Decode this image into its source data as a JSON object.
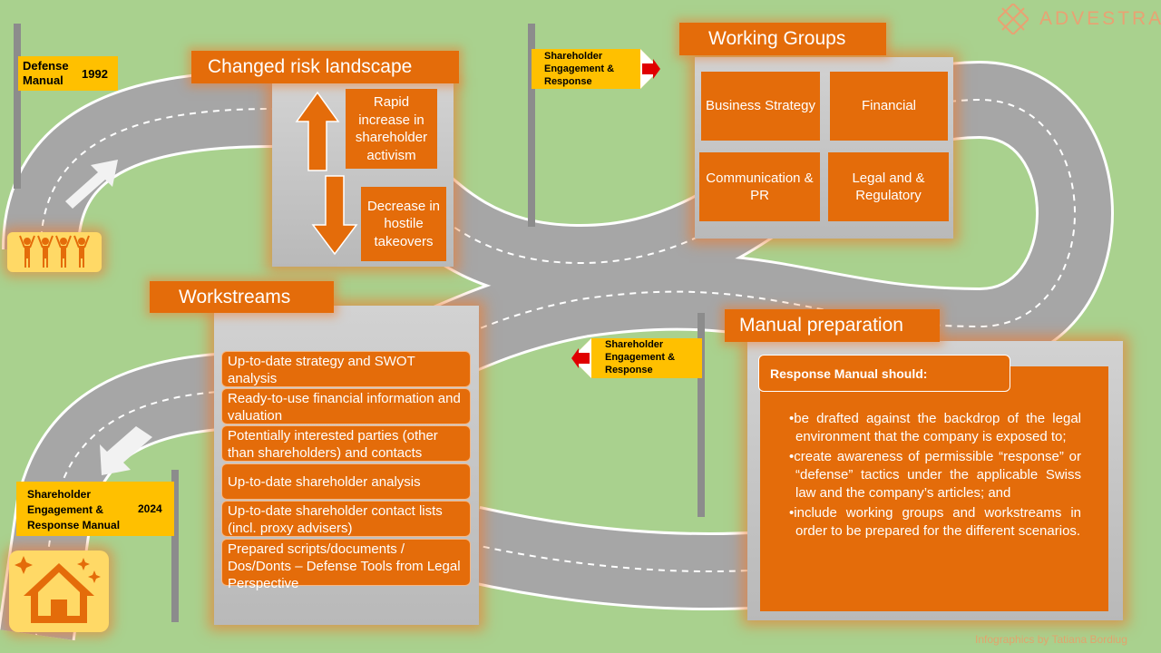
{
  "brand": {
    "name": "ADVESTRA",
    "accent": "#e46c0a"
  },
  "credit": "Infographics by Tatiana Bordiug",
  "milestones": {
    "start": {
      "label": "Defense Manual",
      "year": "1992"
    },
    "end": {
      "label": "Shareholder Engagement & Response Manual",
      "year": "2024"
    },
    "signpost_top": "Shareholder Engagement & Response",
    "signpost_mid": "Shareholder Engagement & Response"
  },
  "risk": {
    "title": "Changed risk landscape",
    "up": "Rapid increase in shareholder activism",
    "down": "Decrease in hostile takeovers"
  },
  "working_groups": {
    "title": "Working Groups",
    "items": [
      "Business Strategy",
      "Financial",
      "Communication & PR",
      "Legal and & Regulatory"
    ]
  },
  "workstreams": {
    "title": "Workstreams",
    "items": [
      "Up-to-date strategy and SWOT analysis",
      "Ready-to-use financial information and valuation",
      "Potentially interested parties (other than shareholders) and contacts",
      "Up-to-date shareholder analysis",
      "Up-to-date shareholder contact lists (incl. proxy advisers)",
      "Prepared scripts/documents / Dos/Donts – Defense Tools from Legal Perspective"
    ]
  },
  "manual_prep": {
    "title": "Manual preparation",
    "heading": "Response Manual should:",
    "points": [
      "be drafted against the backdrop of the legal environment that the company is exposed to;",
      "create awareness of permissible “response” or “defense” tactics under the applicable Swiss law and the company’s articles; and",
      "include working groups and workstreams in order to be prepared for the different scenarios."
    ]
  },
  "icons": [
    "people-icon",
    "home-icon",
    "road-arrow-icon",
    "advestra-logo-icon"
  ]
}
